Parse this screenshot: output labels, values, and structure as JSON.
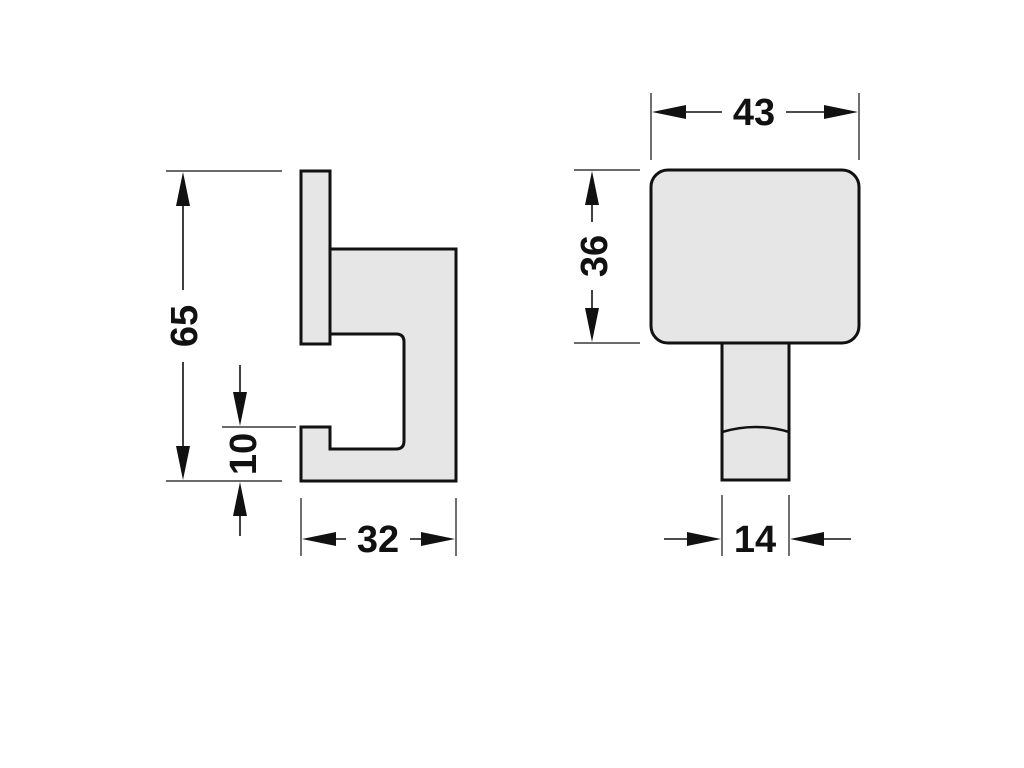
{
  "dimensions": {
    "height_total": "65",
    "hook_gap": "10",
    "depth": "32",
    "head_width": "43",
    "head_height": "36",
    "stem_width": "14"
  },
  "colors": {
    "part_fill": "#e6e6e6",
    "line": "#111111"
  }
}
